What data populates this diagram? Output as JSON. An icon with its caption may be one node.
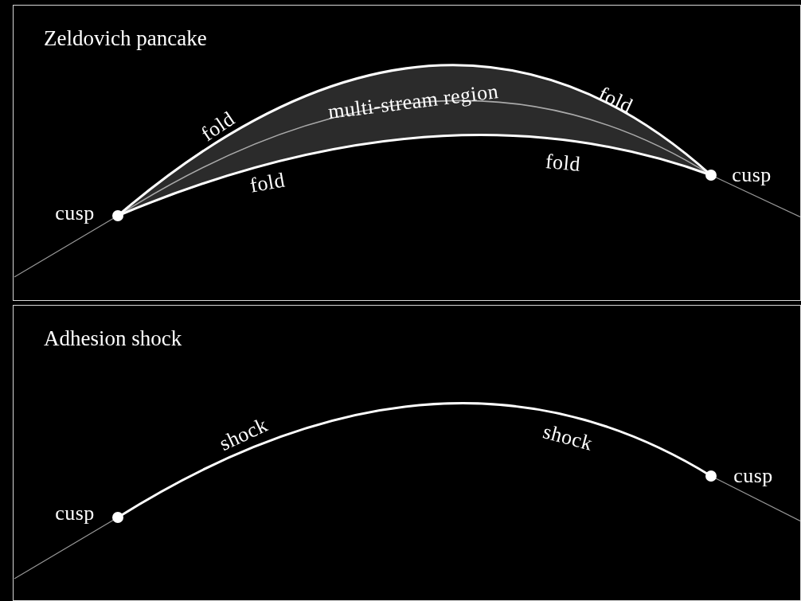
{
  "diagram": {
    "nodes": [
      {
        "text": [
          "Zeldovich pancake"
        ]
      },
      {
        "text": [
          "Adhesion shock"
        ]
      }
    ],
    "labels": [
      "multi-stream region",
      "fold",
      "fold",
      "fold",
      "cusp",
      "fold",
      "cusp",
      "shock",
      "shock",
      "cusp",
      "cusp"
    ]
  }
}
